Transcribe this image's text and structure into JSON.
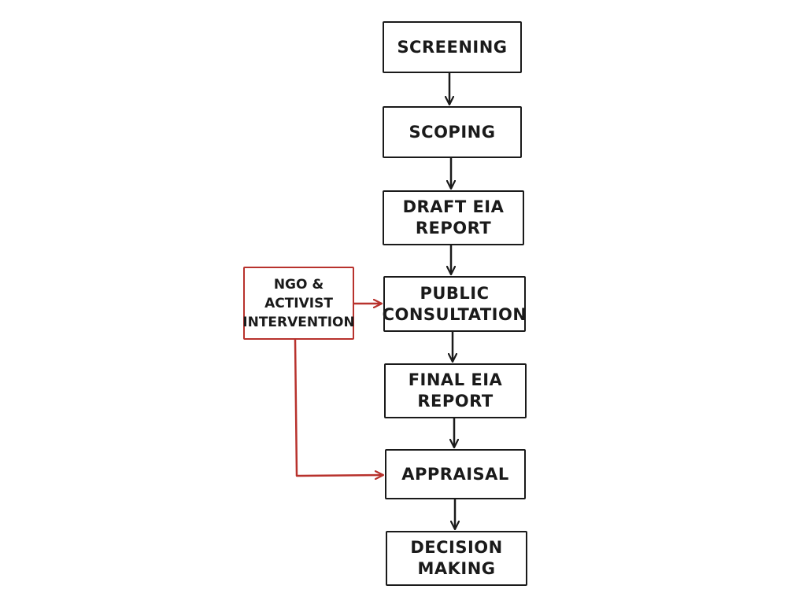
{
  "diagram": {
    "steps": [
      {
        "id": "s1",
        "label": "SCREENING"
      },
      {
        "id": "s2",
        "label": "SCOPING"
      },
      {
        "id": "s3",
        "label": "DRAFT EIA\nREPORT"
      },
      {
        "id": "s4",
        "label": "PUBLIC\nCONSULTATION"
      },
      {
        "id": "s5",
        "label": "FINAL EIA\nREPORT"
      },
      {
        "id": "s6",
        "label": "APPRAISAL"
      },
      {
        "id": "s7",
        "label": "DECISION\nMAKING"
      }
    ],
    "side_box": {
      "id": "ngo",
      "label": "NGO &\nACTIVIST\nINTERVENTION"
    },
    "edges": [
      {
        "from": "s1",
        "to": "s2"
      },
      {
        "from": "s2",
        "to": "s3"
      },
      {
        "from": "s3",
        "to": "s4"
      },
      {
        "from": "s4",
        "to": "s5"
      },
      {
        "from": "s5",
        "to": "s6"
      },
      {
        "from": "s6",
        "to": "s7"
      },
      {
        "from": "ngo",
        "to": "s4"
      },
      {
        "from": "ngo",
        "to": "s6"
      }
    ],
    "colors": {
      "main": "#1a1a1a",
      "intervention": "#b8322d",
      "background": "#ffffff"
    }
  }
}
